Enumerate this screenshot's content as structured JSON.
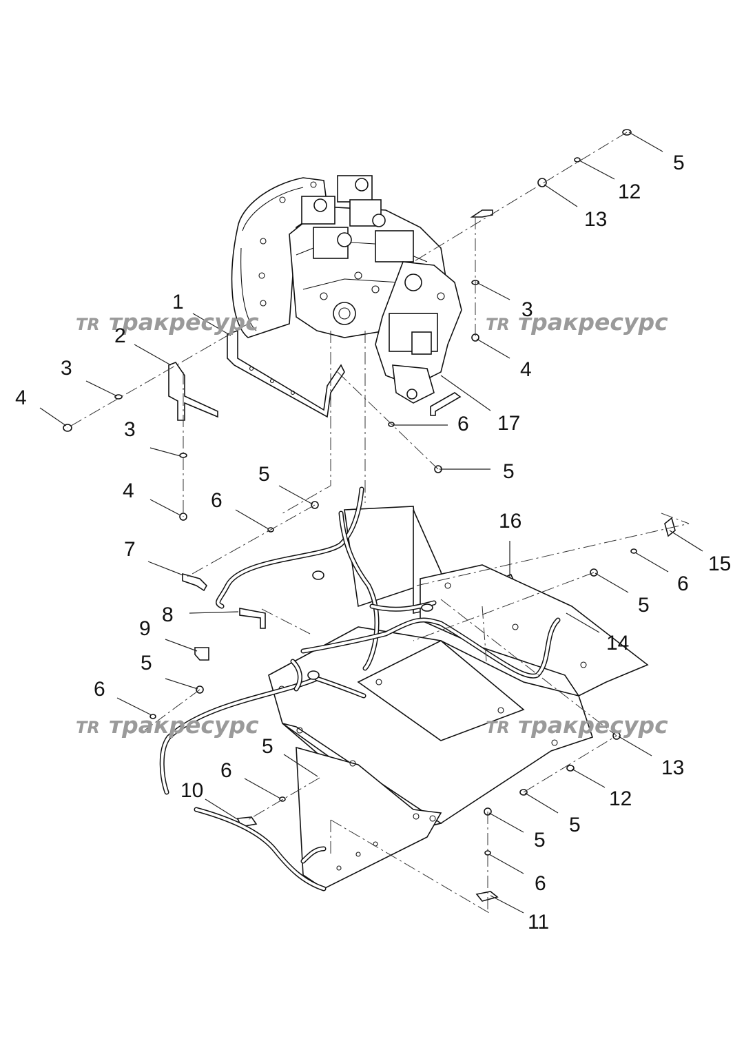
{
  "watermark": {
    "logo": "ТR",
    "text": "тракресурс"
  },
  "callouts": [
    {
      "id": "c1",
      "label": "1"
    },
    {
      "id": "c2",
      "label": "2"
    },
    {
      "id": "c3a",
      "label": "3"
    },
    {
      "id": "c4a",
      "label": "4"
    },
    {
      "id": "c3b",
      "label": "3"
    },
    {
      "id": "c4b",
      "label": "4"
    },
    {
      "id": "c5a",
      "label": "5"
    },
    {
      "id": "c6a",
      "label": "6"
    },
    {
      "id": "c7",
      "label": "7"
    },
    {
      "id": "c8",
      "label": "8"
    },
    {
      "id": "c9",
      "label": "9"
    },
    {
      "id": "c5b",
      "label": "5"
    },
    {
      "id": "c6b",
      "label": "6"
    },
    {
      "id": "c5c",
      "label": "5"
    },
    {
      "id": "c6c",
      "label": "6"
    },
    {
      "id": "c10",
      "label": "10"
    },
    {
      "id": "c5top",
      "label": "5"
    },
    {
      "id": "c12top",
      "label": "12"
    },
    {
      "id": "c13top",
      "label": "13"
    },
    {
      "id": "c3c",
      "label": "3"
    },
    {
      "id": "c4c",
      "label": "4"
    },
    {
      "id": "c17",
      "label": "17"
    },
    {
      "id": "c6d",
      "label": "6"
    },
    {
      "id": "c5d",
      "label": "5"
    },
    {
      "id": "c16",
      "label": "16"
    },
    {
      "id": "c15",
      "label": "15"
    },
    {
      "id": "c6e",
      "label": "6"
    },
    {
      "id": "c5e",
      "label": "5"
    },
    {
      "id": "c14",
      "label": "14"
    },
    {
      "id": "c13b",
      "label": "13"
    },
    {
      "id": "c12b",
      "label": "12"
    },
    {
      "id": "c5f",
      "label": "5"
    },
    {
      "id": "c5g",
      "label": "5"
    },
    {
      "id": "c6f",
      "label": "6"
    },
    {
      "id": "c11",
      "label": "11"
    }
  ]
}
